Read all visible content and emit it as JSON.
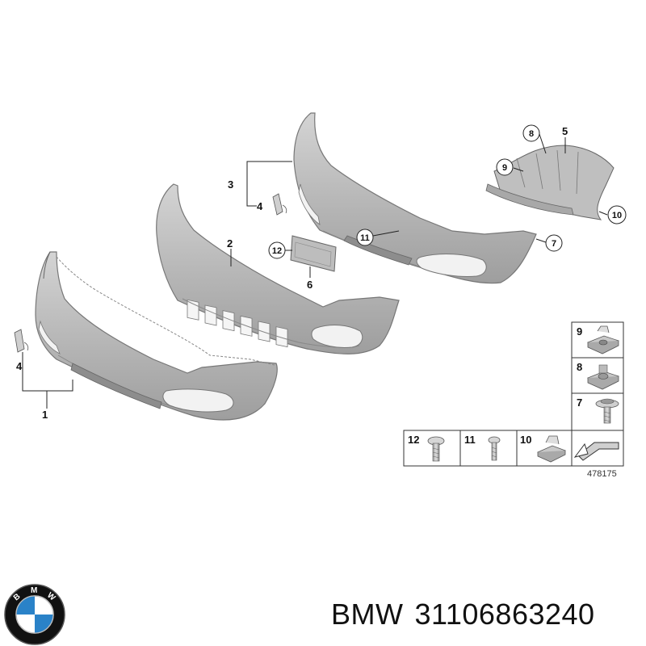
{
  "diagram": {
    "callouts": [
      "1",
      "2",
      "3",
      "4",
      "4",
      "5",
      "6",
      "7",
      "8",
      "9",
      "10",
      "11",
      "12"
    ],
    "hardware_table": {
      "right_column": [
        "9",
        "8",
        "7"
      ],
      "bottom_row": [
        "12",
        "11",
        "10"
      ]
    },
    "reference_number": "478175"
  },
  "caption": {
    "brand": "BMW",
    "part_number": "31106863240"
  },
  "logo": {
    "letters": [
      "B",
      "M",
      "W"
    ],
    "colors": {
      "blue": "#2a82c8",
      "white": "#ffffff",
      "ring": "#111111"
    }
  }
}
